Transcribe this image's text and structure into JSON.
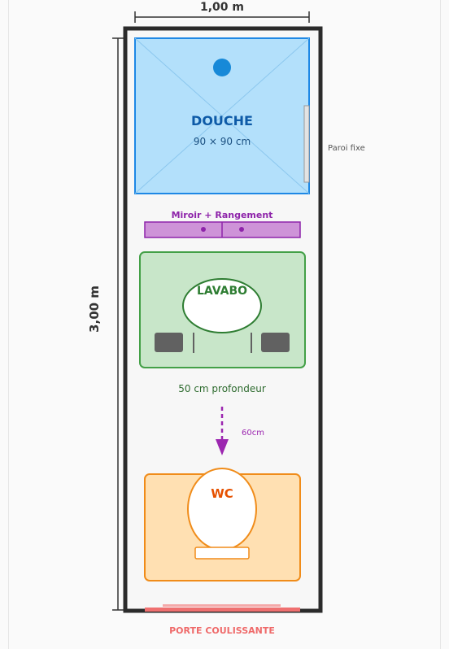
{
  "dimensions": {
    "width_label": "1,00 m",
    "height_label": "3,00 m"
  },
  "shower": {
    "title": "DOUCHE",
    "size": "90 × 90 cm",
    "fixed_panel_label": "Paroi fixe"
  },
  "mirror": {
    "label": "Miroir + Rangement"
  },
  "sink": {
    "label": "LAVABO",
    "depth_label": "50 cm profondeur"
  },
  "clearance": {
    "label": "60cm"
  },
  "wc": {
    "label": "WC"
  },
  "door": {
    "label": "PORTE COULISSANTE"
  },
  "colors": {
    "wall": "#2b2b2b",
    "shower_fill": "#b3e0fb",
    "shower_stroke": "#1e88e5",
    "shower_text": "#0d5aa7",
    "mirror_fill": "#ce93d8",
    "mirror_stroke": "#8e24aa",
    "sink_fill": "#c8e6c9",
    "sink_stroke": "#43a047",
    "sink_text": "#2e7d32",
    "wc_fill": "#ffe0b2",
    "wc_stroke": "#f08c1a",
    "wc_text": "#e65100",
    "door_color": "#ef7070"
  }
}
